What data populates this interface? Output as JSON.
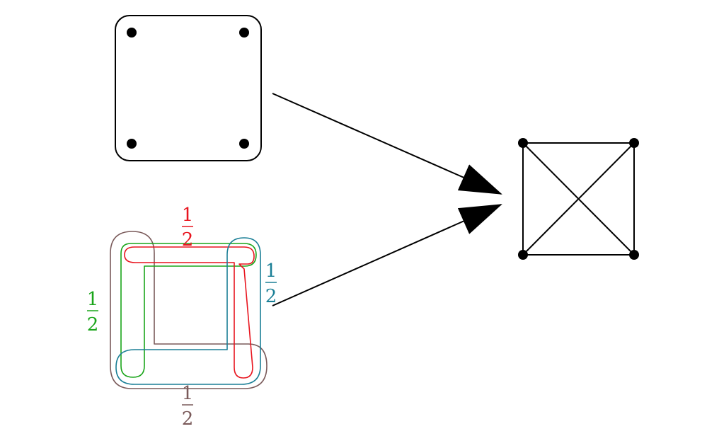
{
  "colors": {
    "ink": "#000000",
    "red": "#e8141e",
    "green": "#1aa51a",
    "teal": "#1a7f96",
    "brown": "#7a5a5a"
  },
  "labels": {
    "red_weight": {
      "num": "1",
      "den": "2"
    },
    "teal_weight": {
      "num": "1",
      "den": "2"
    },
    "green_weight": {
      "num": "1",
      "den": "2"
    },
    "brown_weight": {
      "num": "1",
      "den": "2"
    }
  },
  "graph": {
    "vertices": 4,
    "edges_complete": 6
  }
}
